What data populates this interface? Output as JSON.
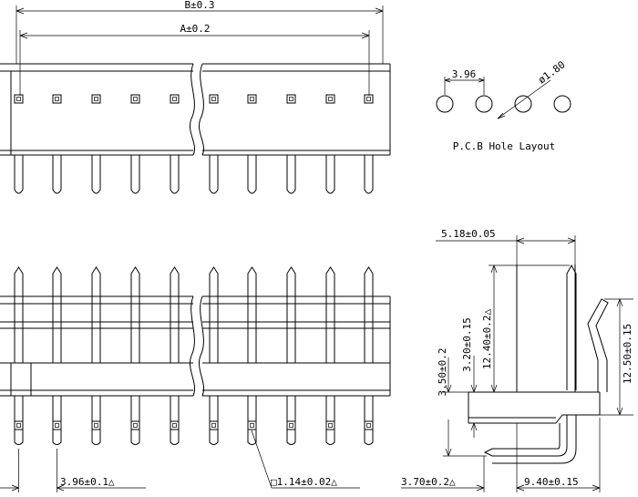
{
  "labels": {
    "dim_b": "B±0.3",
    "dim_a": "A±0.2",
    "pitch": "3.96",
    "hole_dia": "ø1.80",
    "pcb_caption": "P.C.B Hole Layout",
    "pitch_tol": "3.96±0.1△",
    "pin_square": "□1.14±0.02△",
    "side_518": "5.18±0.05",
    "side_1240": "12.40±0.2△",
    "side_320": "3.20±0.15",
    "side_350": "3.50±0.2",
    "side_1250": "12.50±0.15",
    "side_370": "3.70±0.2△",
    "side_940": "9.40±0.15"
  },
  "colors": {
    "line": "#000000",
    "background": "#ffffff"
  },
  "pin_count_per_view": 10,
  "pcb_hole_count": 4
}
